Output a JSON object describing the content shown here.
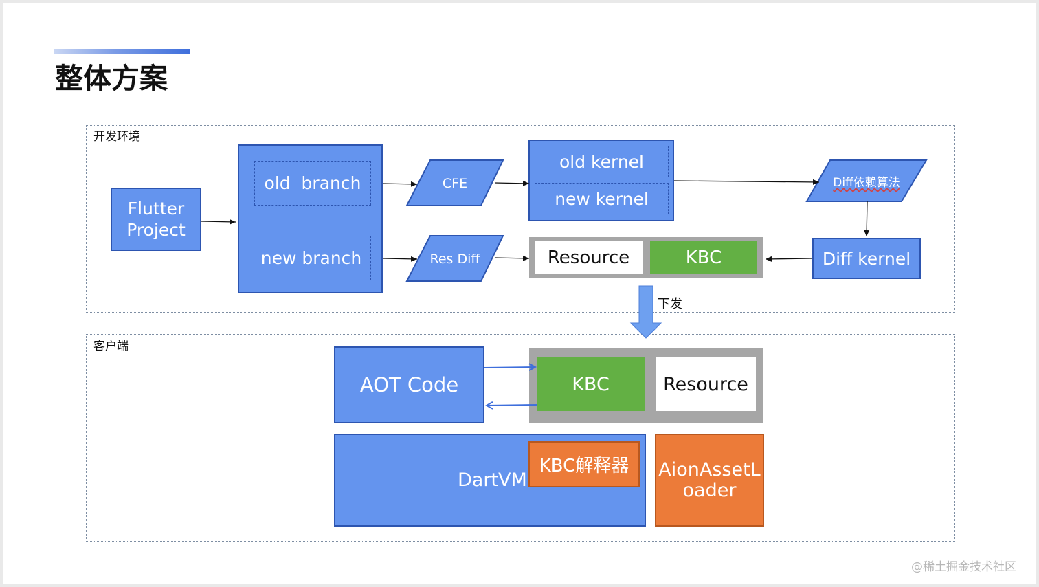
{
  "title": "整体方案",
  "dev_env": {
    "label": "开发环境",
    "flutter_project": "Flutter\nProject",
    "old_branch": "old  branch",
    "new_branch": "new branch",
    "cfe": "CFE",
    "res_diff": "Res Diff",
    "old_kernel": "old kernel",
    "new_kernel": "new kernel",
    "diff_algo": "Diff依赖算法",
    "diff_kernel": "Diff kernel",
    "resource": "Resource",
    "kbc": "KBC"
  },
  "deploy_label": "下发",
  "client": {
    "label": "客户端",
    "aot_code": "AOT Code",
    "kbc": "KBC",
    "resource": "Resource",
    "dartvm": "DartVM",
    "kbc_interpreter": "KBC解释器",
    "asset_loader": "AionAssetL\noader"
  },
  "watermark": "@稀土掘金技术社区",
  "colors": {
    "blue_fill": "#6494ee",
    "blue_border": "#2d55b0",
    "green": "#63b044",
    "orange": "#ec7b39",
    "gray": "#a6a6a6"
  }
}
